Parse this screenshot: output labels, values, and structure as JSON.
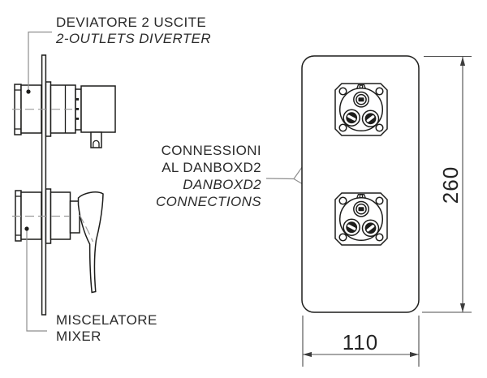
{
  "labels": {
    "diverter_it": "DEVIATORE 2 USCITE",
    "diverter_en": "2-OUTLETS DIVERTER",
    "connections_line1": "CONNESSIONI",
    "connections_line2": "AL DANBOXD2",
    "connections_line3": "DANBOXD2",
    "connections_line4": "CONNECTIONS",
    "mixer_it": "MISCELATORE",
    "mixer_en": "MIXER"
  },
  "dimensions": {
    "height_mm": "260",
    "width_mm": "110"
  },
  "colors": {
    "background": "#ffffff",
    "drawing_line": "#1d1d1b",
    "leader_line": "#8e8e8e",
    "dimension_line": "#4c4c4c",
    "text": "#2b2b2b"
  },
  "components": [
    "wall-plate",
    "diverter-side-view",
    "mixer-side-view",
    "faceplate",
    "danbox-connector-top",
    "danbox-connector-bottom"
  ]
}
